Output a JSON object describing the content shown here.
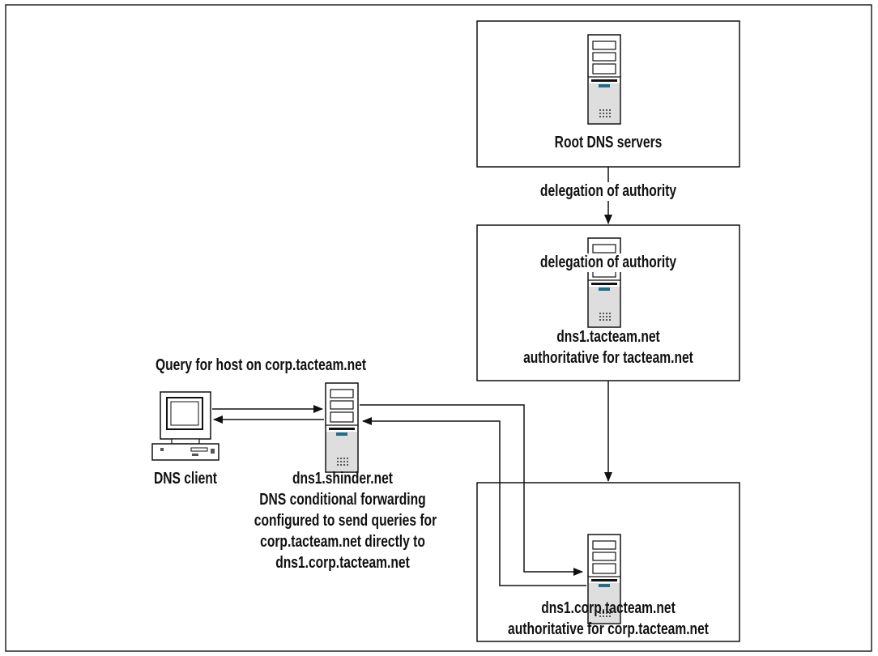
{
  "root": {
    "label": "Root DNS servers"
  },
  "delegation1": {
    "label": "delegation of authority"
  },
  "tacteam": {
    "line1": "dns1.tacteam.net",
    "line2": "authoritative for tacteam.net"
  },
  "delegation2": {
    "label": "delegation of authority"
  },
  "corp": {
    "line1": "dns1.corp.tacteam.net",
    "line2": "authoritative for corp.tacteam.net"
  },
  "query": {
    "label": "Query for host on corp.tacteam.net"
  },
  "client": {
    "label": "DNS client"
  },
  "shinder": {
    "line1": "dns1.shinder.net",
    "line2": "DNS conditional forwarding",
    "line3": "configured to send queries for",
    "line4": "corp.tacteam.net directly to",
    "line5": "dns1.corp.tacteam.net"
  },
  "colors": {
    "stroke": "#1a1a1a",
    "panel": "#d9d9d9",
    "accent": "#1f6f8b"
  }
}
